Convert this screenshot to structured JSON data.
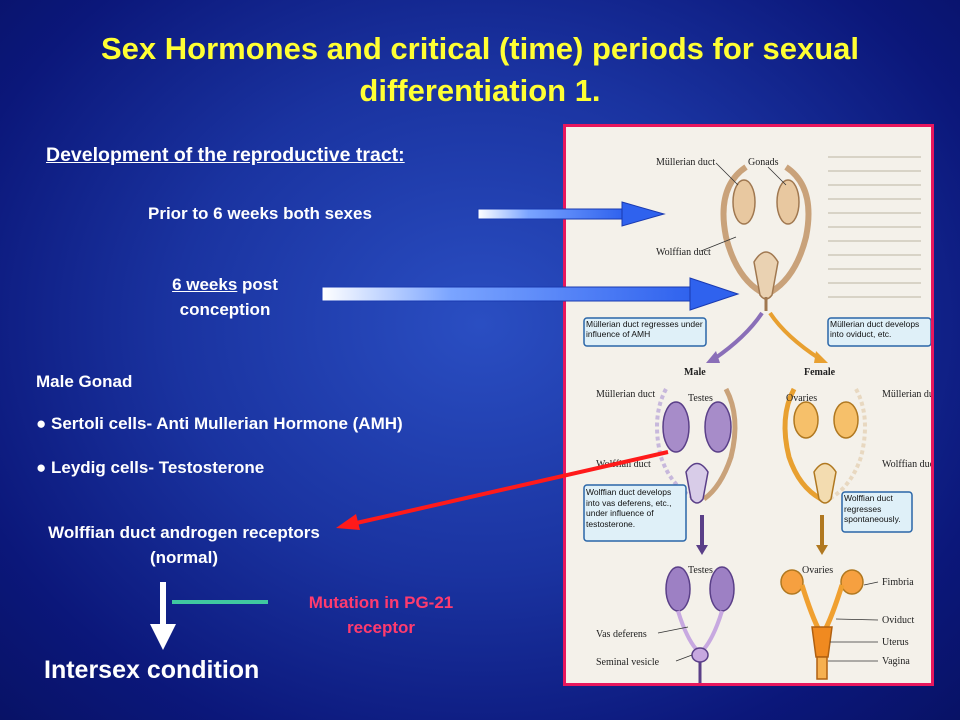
{
  "slide": {
    "title": "Sex Hormones and critical (time) periods for sexual differentiation 1.",
    "subtitle": "Development of the reproductive tract:",
    "prior_text": "Prior to 6 weeks both sexes",
    "six_weeks_underlined": "6 weeks",
    "six_weeks_rest": " post conception",
    "male_gonad": "Male Gonad",
    "bullet_symbol": "●",
    "sertoli": " Sertoli cells- Anti Mullerian Hormone (AMH)",
    "leydig": " Leydig cells- Testosterone",
    "wolffian_receptors": "Wolffian duct androgen receptors (normal)",
    "mutation": "Mutation in PG-21 receptor",
    "intersex": "Intersex condition"
  },
  "figure": {
    "labels": {
      "mullerian_duct": "Müllerian duct",
      "gonads": "Gonads",
      "wolffian_duct": "Wolffian duct",
      "male": "Male",
      "female": "Female",
      "testes": "Testes",
      "ovaries": "Ovaries",
      "fimbria": "Fimbria",
      "oviduct": "Oviduct",
      "uterus": "Uterus",
      "vagina": "Vagina",
      "vas_deferens": "Vas deferens",
      "seminal_vesicle": "Seminal vesicle"
    },
    "boxes": {
      "amh": "Müllerian duct regresses under influence of AMH",
      "female_develops": "Müllerian duct develops into oviduct, etc.",
      "wolffian_develops": "Wolffian duct develops into vas deferens, etc., under influence of testosterone.",
      "wolffian_regresses": "Wolffian duct regresses spontaneously."
    }
  },
  "colors": {
    "title": "#ffff33",
    "accent_red": "#ff1a1a",
    "mutation_text": "#ff3b6e",
    "teal_bar": "#40c8a0",
    "blue_arrow": "#3a6ef0",
    "male_purple": "#8a6fb8",
    "female_orange": "#e8a030"
  }
}
